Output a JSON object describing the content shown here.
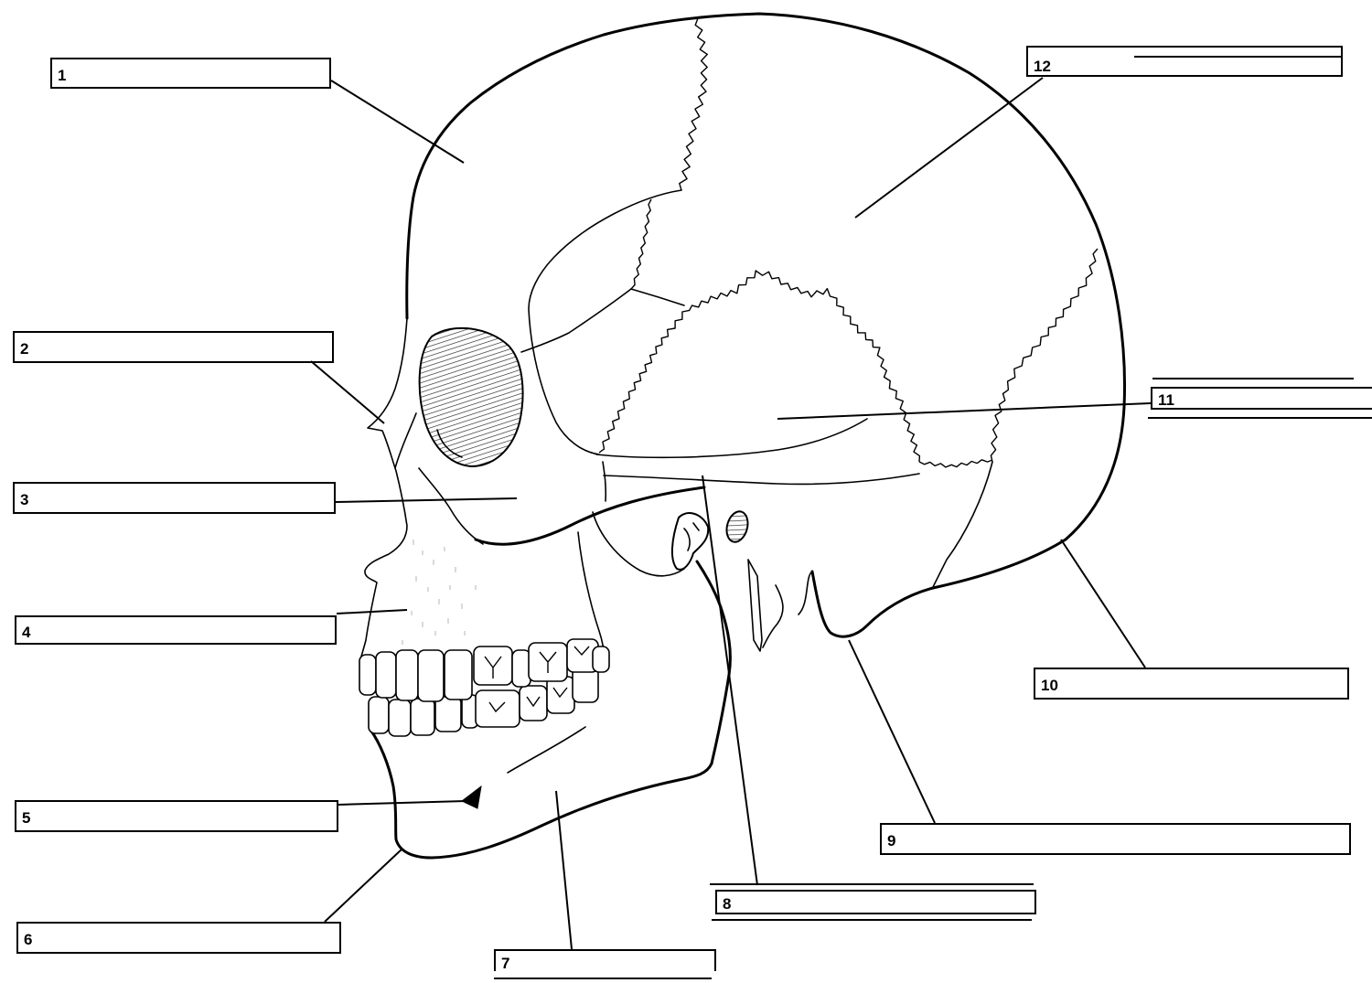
{
  "labels": [
    {
      "number": "1"
    },
    {
      "number": "2"
    },
    {
      "number": "3"
    },
    {
      "number": "4"
    },
    {
      "number": "5"
    },
    {
      "number": "6"
    },
    {
      "number": "7"
    },
    {
      "number": "8"
    },
    {
      "number": "9"
    },
    {
      "number": "10"
    },
    {
      "number": "11"
    },
    {
      "number": "12"
    }
  ]
}
